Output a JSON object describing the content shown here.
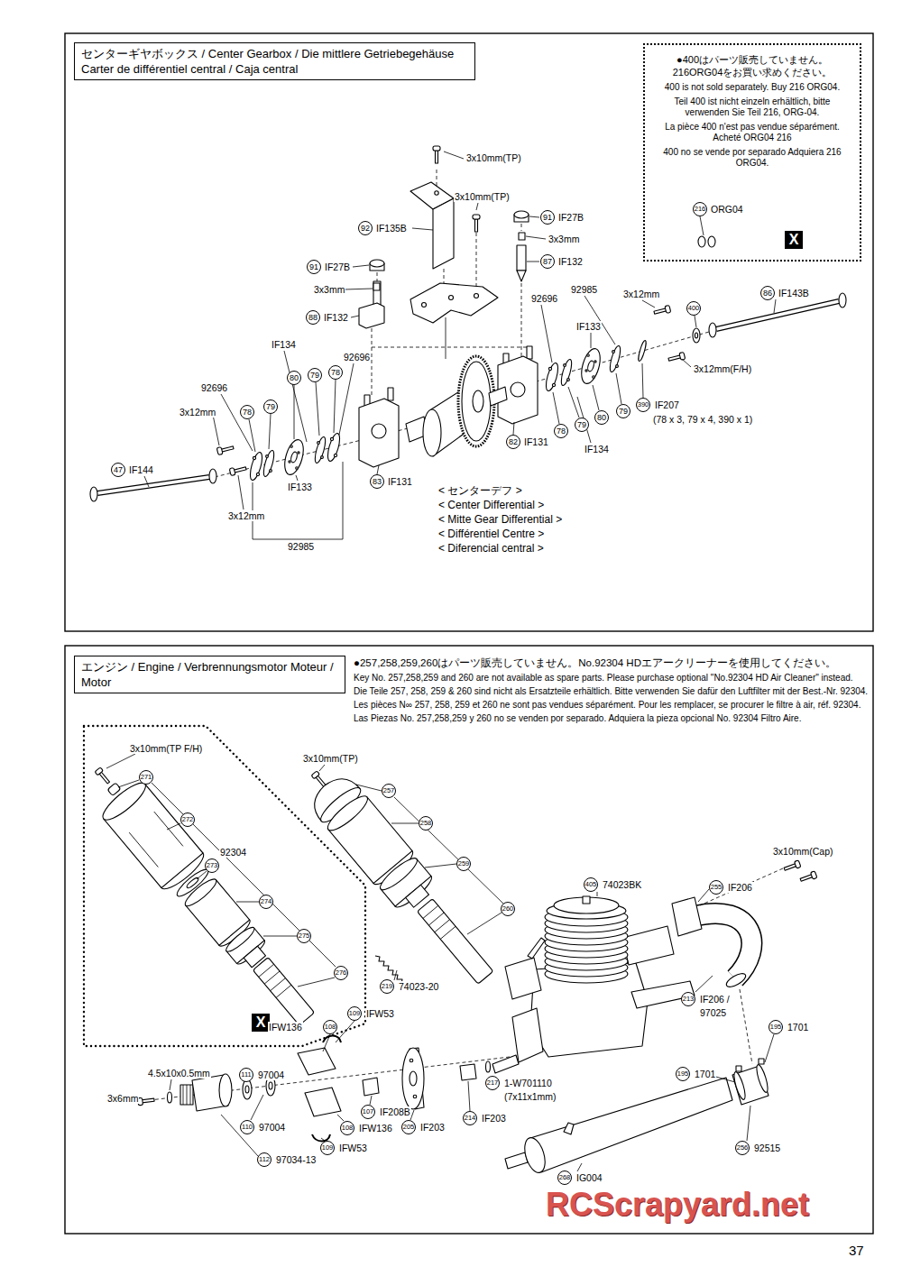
{
  "diagram": {
    "nodes": [
      {
        "text": [
          "センターギヤボックス / Center Gearbox / Die mittlere Getriebegehäuse Carter de différentiel central / Caja central"
        ]
      },
      {
        "text": [
          "●400はパーツ販売していません。 216ORG04をお買い求めください。",
          "400 is not sold separately. Buy 216 ORG04.",
          "Teil 400 ist nicht einzeln erhältlich, bitte verwenden Sie Teil 216, ORG-04.",
          "La pièce 400 n'est pas vendue séparément. Acheté ORG04 216",
          "400 no se vende por separado Adquiera 216 ORG04."
        ]
      },
      {
        "text": [
          "エンジン / Engine / Verbrennungsmotor Moteur / Motor"
        ]
      }
    ],
    "labels": [
      "3x10mm(TP)",
      "92",
      "IF135B",
      "3x10mm(TP)",
      "91",
      "IF27B",
      "3x3mm",
      "87",
      "IF132",
      "91",
      "IF27B",
      "3x3mm",
      "88",
      "IF132",
      "92696",
      "92985",
      "3x12mm",
      "400",
      "86",
      "IF143B",
      "IF133",
      "3x12mm(F/H)",
      "IF134",
      "92696",
      "92696",
      "80",
      "79",
      "78",
      "78",
      "79",
      "3x12mm",
      "47",
      "IF144",
      "IF133",
      "3x12mm",
      "92985",
      "83",
      "IF131",
      "82",
      "IF131",
      "78",
      "79",
      "80",
      "79",
      "IF134",
      "390",
      "IF207",
      "(78 x 3, 79 x 4, 390 x 1)",
      "< センターデフ >",
      "< Center Differential >",
      "< Mitte Gear Differential >",
      "< Différentiel Centre >",
      "< Diferencial central >",
      "216",
      "ORG04",
      "X",
      "●257,258,259,260はパーツ販売していません。No.92304 HDエアークリーナーを使用してください。",
      "Key No. 257,258,259 and 260 are not available as spare parts. Please purchase optional \"No.92304 HD Air Cleaner\" instead.",
      "Die Teile 257, 258, 259 & 260 sind nicht als Ersatzteile erhältlich. Bitte verwenden Sie dafür den Luftfilter mit der Best.-Nr. 92304.",
      "Les pièces N∞ 257, 258, 259 et 260 ne sont pas vendues séparément. Pour les remplacer, se procurer le filtre à air, réf. 92304.",
      "Las Piezas No. 257,258,259 y 260 no se venden por separado. Adquiera la pieza opcional No. 92304 Filtro Aire.",
      "3x10mm(TP F/H)",
      "271",
      "272",
      "92304",
      "273",
      "274",
      "275",
      "276",
      "X",
      "3x10mm(TP)",
      "257",
      "258",
      "259",
      "260",
      "405",
      "74023BK",
      "3x10mm(Cap)",
      "255",
      "IF206",
      "213",
      "IF206 /",
      "97025",
      "219",
      "74023-20",
      "109",
      "IFW53",
      "IFW136",
      "108",
      "111",
      "97004",
      "4.5x10x0.5mm",
      "3x6mm",
      "110",
      "97004",
      "112",
      "97034-13",
      "109",
      "IFW53",
      "108",
      "IFW136",
      "107",
      "IF208B",
      "205",
      "IF203",
      "214",
      "IF203",
      "217",
      "1-W701110",
      "(7x11x1mm)",
      "195",
      "1701",
      "195",
      "1701",
      "256",
      "92515",
      "268",
      "IG004",
      "RCScrapyard.net",
      "37"
    ]
  }
}
